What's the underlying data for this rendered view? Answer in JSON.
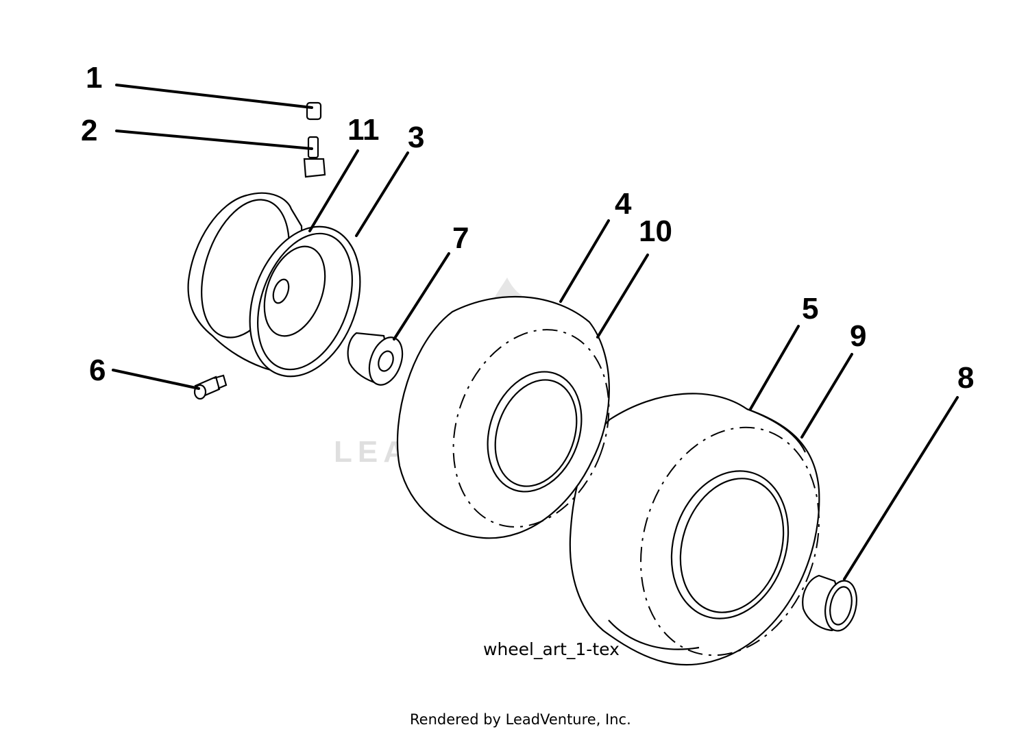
{
  "diagram": {
    "callouts": [
      {
        "id": "1",
        "label": "1"
      },
      {
        "id": "2",
        "label": "2"
      },
      {
        "id": "3",
        "label": "3"
      },
      {
        "id": "4",
        "label": "4"
      },
      {
        "id": "5",
        "label": "5"
      },
      {
        "id": "6",
        "label": "6"
      },
      {
        "id": "7",
        "label": "7"
      },
      {
        "id": "8",
        "label": "8"
      },
      {
        "id": "9",
        "label": "9"
      },
      {
        "id": "10",
        "label": "10"
      },
      {
        "id": "11",
        "label": "11"
      }
    ],
    "figure_caption": "wheel_art_1-tex",
    "credit": "Rendered by LeadVenture, Inc.",
    "watermark": "LEADVENTURE"
  }
}
